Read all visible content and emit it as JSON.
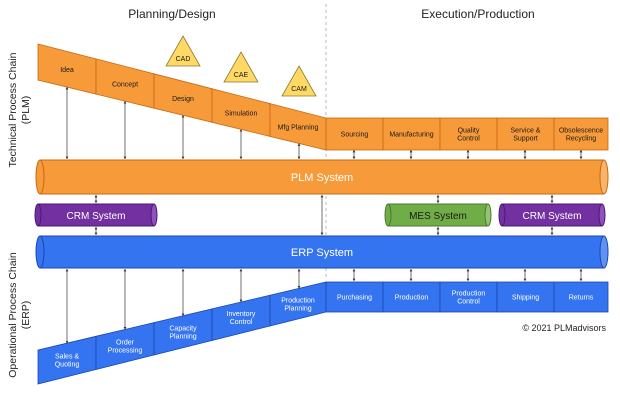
{
  "headers": {
    "planning": "Planning/Design",
    "execution": "Execution/Production"
  },
  "side_labels": {
    "top_line1": "Technical Process Chain",
    "top_line2": "(PLM)",
    "bottom_line1": "Operational Process Chain",
    "bottom_line2": "(ERP)"
  },
  "plm_chain": {
    "sloped": [
      {
        "label": "Idea"
      },
      {
        "label": "Concept"
      },
      {
        "label": "Design"
      },
      {
        "label": "Simulation"
      },
      {
        "label": "Mfg Planning"
      }
    ],
    "flat": [
      {
        "label": "Sourcing"
      },
      {
        "label": "Manufacturing"
      },
      {
        "label": "Quality\nControl"
      },
      {
        "label": "Service &\nSupport"
      },
      {
        "label": "Obsolescence\nRecycling"
      }
    ],
    "tools": [
      {
        "label": "CAD"
      },
      {
        "label": "CAE"
      },
      {
        "label": "CAM"
      }
    ]
  },
  "erp_chain": {
    "sloped": [
      {
        "label": "Sales &\nQuoting"
      },
      {
        "label": "Order\nProcessing"
      },
      {
        "label": "Capacity\nPlanning"
      },
      {
        "label": "Inventory\nControl"
      },
      {
        "label": "Production\nPlanning"
      }
    ],
    "flat": [
      {
        "label": "Purchasing"
      },
      {
        "label": "Production"
      },
      {
        "label": "Production\nControl"
      },
      {
        "label": "Shipping"
      },
      {
        "label": "Returns"
      }
    ]
  },
  "systems": {
    "plm": "PLM System",
    "crm_left": "CRM System",
    "mes": "MES System",
    "crm_right": "CRM System",
    "erp": "ERP System"
  },
  "copyright": "© 2021 PLMadvisors",
  "colors": {
    "orange": "#f79a3a",
    "orange_dark": "#c66a10",
    "blue": "#3574f0",
    "blue_dark": "#1a46b0",
    "purple": "#7330a0",
    "green": "#70ad47",
    "triangle": "#ffd966"
  }
}
